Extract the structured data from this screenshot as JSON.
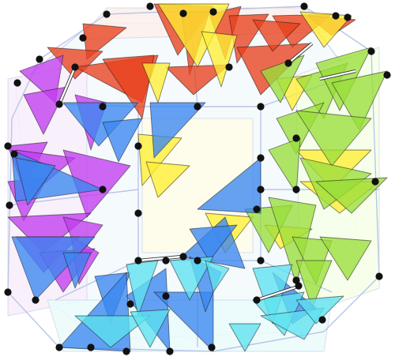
{
  "colors": {
    "red": "#e8401c",
    "yellow": "#ffee33",
    "green": "#9ade3a",
    "purple": "#c23cf0",
    "blue": "#3a86f0",
    "cyan": "#5ee2f0",
    "pale_yellow": "#fffce8",
    "pale_green": "#f6ffe9",
    "pale_blue": "#eef6fb",
    "pale_cyan": "#ebfbfb",
    "pale_purple": "#f8eefb",
    "pale_red": "#fdf0ec",
    "edge": "#b8c6e8",
    "stroke": "#1a1a1a",
    "vertex": "#111111"
  },
  "diagram": {
    "kind": "polyhedron-net-with-colored-triangular-facets",
    "face_colors": [
      "red",
      "yellow",
      "green",
      "purple",
      "blue",
      "cyan"
    ]
  }
}
